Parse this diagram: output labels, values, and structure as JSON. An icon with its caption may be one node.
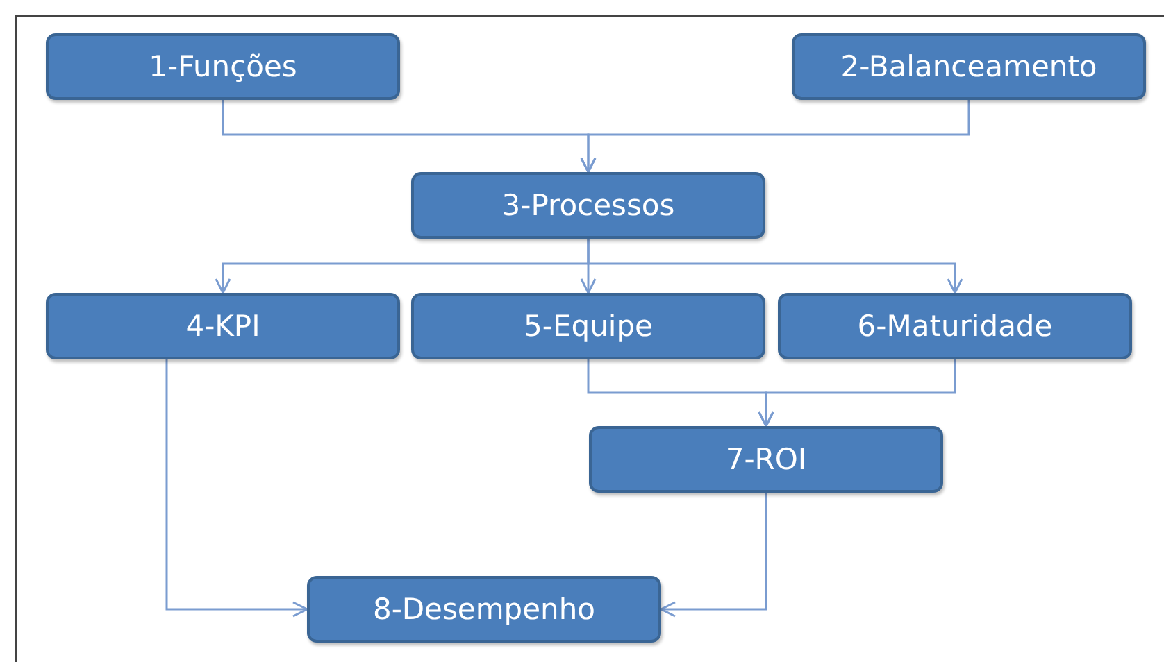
{
  "diagram": {
    "nodes": [
      {
        "text": [
          "1-Funções"
        ]
      },
      {
        "text": [
          "2-Balanceamento"
        ]
      },
      {
        "text": [
          "3-Processos"
        ]
      },
      {
        "text": [
          "4-KPI"
        ]
      },
      {
        "text": [
          "5-Equipe"
        ]
      },
      {
        "text": [
          "6-Maturidade"
        ]
      },
      {
        "text": [
          "7-ROI"
        ]
      },
      {
        "text": [
          "8-Desempenho"
        ]
      }
    ],
    "edges": [
      {
        "from": 0,
        "to": 2,
        "arrow": "to"
      },
      {
        "from": 1,
        "to": 2,
        "arrow": "to"
      },
      {
        "from": 2,
        "to": 3,
        "arrow": "to"
      },
      {
        "from": 2,
        "to": 4,
        "arrow": "to"
      },
      {
        "from": 2,
        "to": 5,
        "arrow": "to"
      },
      {
        "from": 4,
        "to": 6,
        "arrow": "to"
      },
      {
        "from": 5,
        "to": 6,
        "arrow": "to"
      },
      {
        "from": 3,
        "to": 7,
        "arrow": "to"
      },
      {
        "from": 6,
        "to": 7,
        "arrow": "to"
      }
    ]
  }
}
